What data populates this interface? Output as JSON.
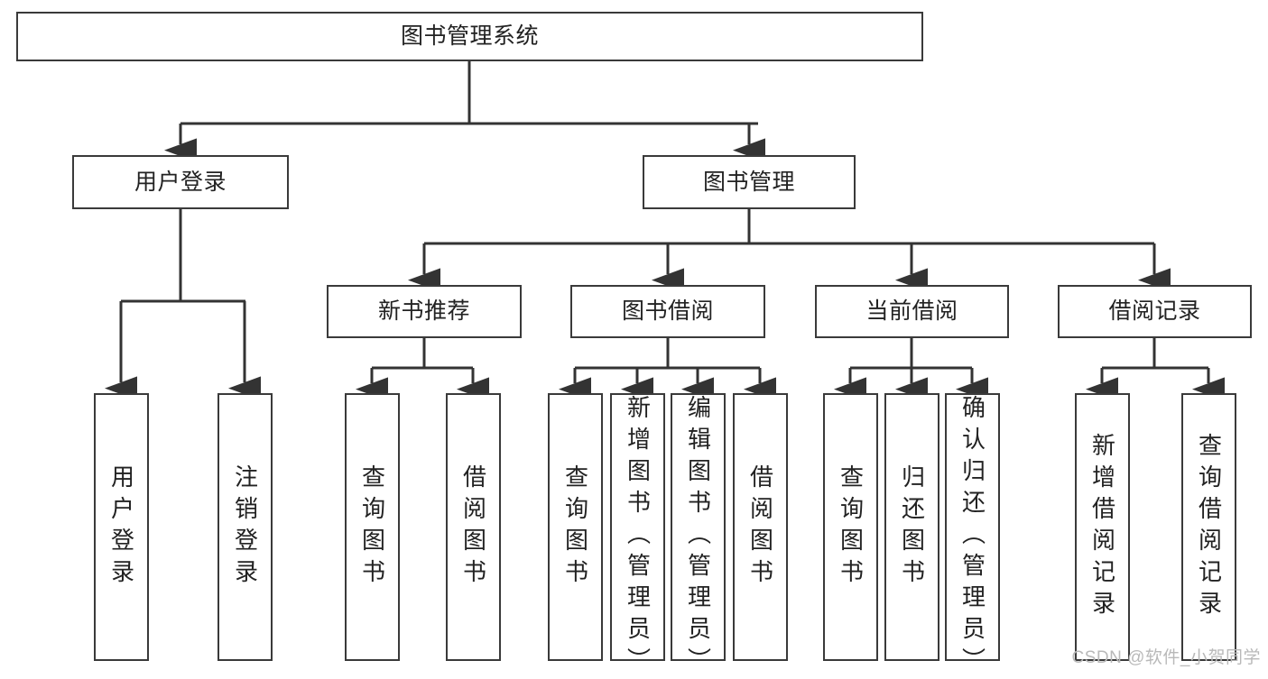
{
  "diagram": {
    "title": "图书管理系统",
    "type": "hierarchy-tree",
    "watermark": "CSDN @软件_小贺同学",
    "colors": {
      "box_border": "#3a3a3a",
      "box_fill": "#ffffff",
      "connector": "#333333",
      "text": "#222222",
      "watermark": "#b9b9b9",
      "background": "#ffffff"
    },
    "nodes": {
      "root": {
        "label": "图书管理系统"
      },
      "level1": [
        {
          "id": "user-login",
          "label": "用户登录"
        },
        {
          "id": "book-manage",
          "label": "图书管理"
        }
      ],
      "level2": [
        {
          "id": "new-book-recommend",
          "label": "新书推荐"
        },
        {
          "id": "book-borrow",
          "label": "图书借阅"
        },
        {
          "id": "current-borrow",
          "label": "当前借阅"
        },
        {
          "id": "borrow-record",
          "label": "借阅记录"
        }
      ],
      "leaves": {
        "user-login": [
          {
            "id": "leaf-user-login",
            "label": "用户登录"
          },
          {
            "id": "leaf-logout-login",
            "label": "注销登录"
          }
        ],
        "new-book-recommend": [
          {
            "id": "leaf-query-book-1",
            "label": "查询图书"
          },
          {
            "id": "leaf-borrow-book-1",
            "label": "借阅图书"
          }
        ],
        "book-borrow": [
          {
            "id": "leaf-query-book-2",
            "label": "查询图书"
          },
          {
            "id": "leaf-add-book",
            "label": "新增图书（管理员）"
          },
          {
            "id": "leaf-edit-book",
            "label": "编辑图书（管理员）"
          },
          {
            "id": "leaf-borrow-book-2",
            "label": "借阅图书"
          }
        ],
        "current-borrow": [
          {
            "id": "leaf-query-book-3",
            "label": "查询图书"
          },
          {
            "id": "leaf-return-book",
            "label": "归还图书"
          },
          {
            "id": "leaf-confirm-return",
            "label": "确认归还（管理员）"
          }
        ],
        "borrow-record": [
          {
            "id": "leaf-add-record",
            "label": "新增借阅记录"
          },
          {
            "id": "leaf-query-record",
            "label": "查询借阅记录"
          }
        ]
      }
    }
  }
}
